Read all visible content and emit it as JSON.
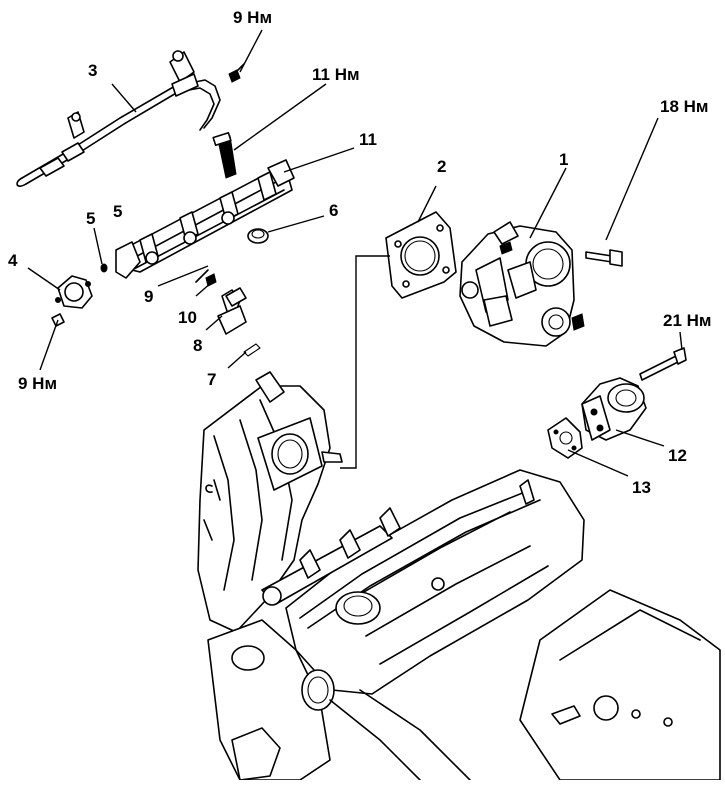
{
  "callouts": [
    {
      "id": "torque-3-line",
      "text": "9 Нм"
    },
    {
      "id": "part-3",
      "text": "3"
    },
    {
      "id": "torque-11",
      "text": "11 Нм"
    },
    {
      "id": "part-11",
      "text": "11"
    },
    {
      "id": "torque-18",
      "text": "18 Нм"
    },
    {
      "id": "part-2",
      "text": "2"
    },
    {
      "id": "part-1",
      "text": "1"
    },
    {
      "id": "part-5a",
      "text": "5"
    },
    {
      "id": "part-5b",
      "text": "5"
    },
    {
      "id": "part-6",
      "text": "6"
    },
    {
      "id": "part-4",
      "text": "4"
    },
    {
      "id": "part-9",
      "text": "9"
    },
    {
      "id": "part-10",
      "text": "10"
    },
    {
      "id": "part-8",
      "text": "8"
    },
    {
      "id": "part-7",
      "text": "7"
    },
    {
      "id": "torque-4",
      "text": "9 Нм"
    },
    {
      "id": "torque-21",
      "text": "21 Нм"
    },
    {
      "id": "part-12",
      "text": "12"
    },
    {
      "id": "part-13",
      "text": "13"
    }
  ]
}
